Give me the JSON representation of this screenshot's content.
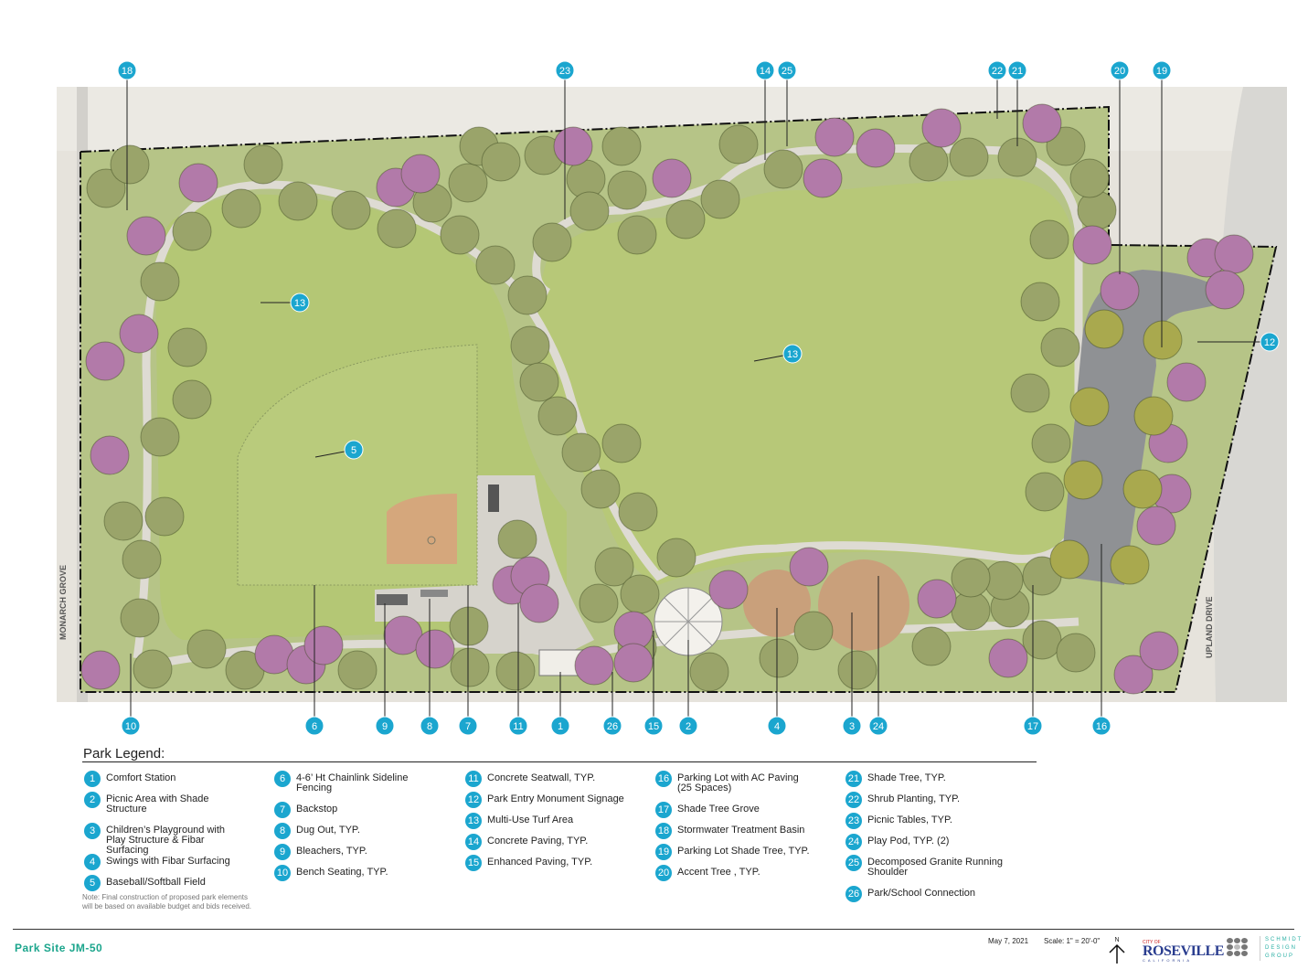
{
  "site_title": "Park Site JM-50",
  "streets": {
    "west": "MONARCH GROVE",
    "east": "UPLAND DRIVE"
  },
  "callouts": {
    "top": [
      "18",
      "23",
      "14",
      "25",
      "22",
      "21",
      "20",
      "19"
    ],
    "bottom": [
      "10",
      "6",
      "9",
      "8",
      "7",
      "11",
      "1",
      "26",
      "15",
      "2",
      "4",
      "3",
      "24",
      "17",
      "16"
    ],
    "right": [
      "12"
    ],
    "field": [
      "13",
      "13",
      "5"
    ]
  },
  "legend": {
    "title": "Park Legend:",
    "items": [
      {
        "num": "1",
        "label": "Comfort Station"
      },
      {
        "num": "2",
        "label": "Picnic Area with Shade Structure"
      },
      {
        "num": "3",
        "label": "Children’s Playground with Play Structure & Fibar Surfacing"
      },
      {
        "num": "4",
        "label": "Swings with Fibar Surfacing"
      },
      {
        "num": "5",
        "label": "Baseball/Softball Field"
      },
      {
        "num": "6",
        "label": "4-6’ Ht Chainlink Sideline Fencing"
      },
      {
        "num": "7",
        "label": "Backstop"
      },
      {
        "num": "8",
        "label": "Dug Out, TYP."
      },
      {
        "num": "9",
        "label": "Bleachers, TYP."
      },
      {
        "num": "10",
        "label": "Bench Seating, TYP."
      },
      {
        "num": "11",
        "label": "Concrete Seatwall, TYP."
      },
      {
        "num": "12",
        "label": "Park Entry Monument Signage"
      },
      {
        "num": "13",
        "label": "Multi-Use Turf Area"
      },
      {
        "num": "14",
        "label": "Concrete Paving, TYP."
      },
      {
        "num": "15",
        "label": "Enhanced Paving, TYP."
      },
      {
        "num": "16",
        "label": "Parking Lot with AC Paving (25 Spaces)"
      },
      {
        "num": "17",
        "label": "Shade Tree Grove"
      },
      {
        "num": "18",
        "label": "Stormwater Treatment Basin"
      },
      {
        "num": "19",
        "label": "Parking Lot Shade Tree, TYP."
      },
      {
        "num": "20",
        "label": "Accent Tree , TYP."
      },
      {
        "num": "21",
        "label": "Shade Tree, TYP."
      },
      {
        "num": "22",
        "label": "Shrub Planting, TYP."
      },
      {
        "num": "23",
        "label": "Picnic Tables, TYP."
      },
      {
        "num": "24",
        "label": "Play Pod, TYP. (2)"
      },
      {
        "num": "25",
        "label": "Decomposed Granite Running Shoulder"
      },
      {
        "num": "26",
        "label": "Park/School Connection"
      }
    ],
    "note": "Note: Final construction of proposed park elements will be based on available budget and bids received."
  },
  "footer": {
    "date": "May 7, 2021",
    "scale": "Scale: 1\" = 20'-0\"",
    "north": "N",
    "city_logo": {
      "small": "CITY OF",
      "name": "ROSEVILLE",
      "state": "CALIFORNIA"
    },
    "firm_logo": [
      "SCHMIDT",
      "DESIGN",
      "GROUP"
    ]
  },
  "colors": {
    "callout": "#1ba6cf",
    "turf": "#a9bd6a",
    "tree": "#9aa46a",
    "accent_tree": "#b27aa9",
    "paving": "#d9d6cf",
    "parking": "#8f9194"
  }
}
